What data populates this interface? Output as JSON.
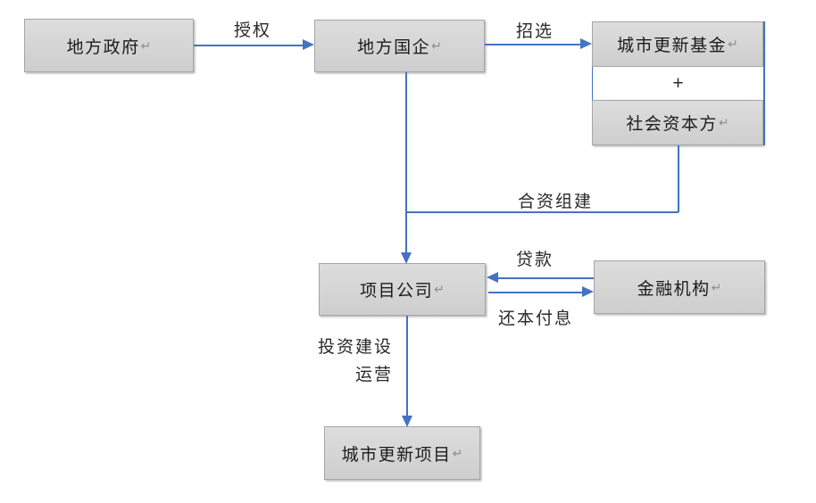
{
  "return_mark": "↵",
  "plus_sign": "+",
  "nodes": {
    "gov": {
      "label": "地方政府"
    },
    "soe": {
      "label": "地方国企"
    },
    "fund": {
      "label": "城市更新基金"
    },
    "social": {
      "label": "社会资本方"
    },
    "project": {
      "label": "项目公司"
    },
    "finance": {
      "label": "金融机构"
    },
    "urban": {
      "label": "城市更新项目"
    }
  },
  "edges": {
    "authorize": {
      "from": "gov",
      "to": "soe",
      "label": "授权"
    },
    "select": {
      "from": "soe",
      "to": "fund",
      "label": "招选"
    },
    "joint": {
      "from": "social",
      "to": "project",
      "label": "合资组建"
    },
    "loan": {
      "from": "finance",
      "to": "project",
      "label": "贷款"
    },
    "repay": {
      "from": "project",
      "to": "finance",
      "label": "还本付息"
    },
    "invest": {
      "from": "project",
      "to": "urban",
      "line1": "投资建设",
      "line2": "运营"
    }
  },
  "colors": {
    "connector_blue": "#4472c4",
    "box_fill": "#d6d6d6",
    "box_border": "#a6a6a6",
    "return_mark_gray": "#8f8f8f"
  }
}
